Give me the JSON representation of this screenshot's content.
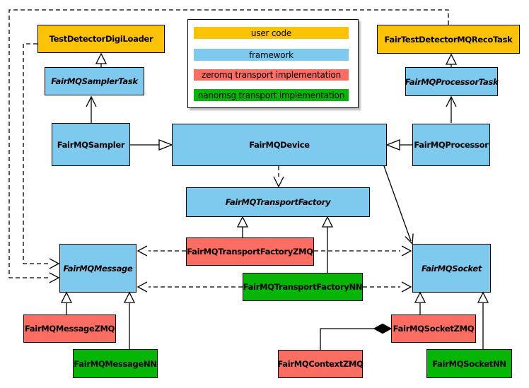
{
  "legend": {
    "items": [
      {
        "label": "user code",
        "color": "#FCC306",
        "category": "user"
      },
      {
        "label": "framework",
        "color": "#7EC9EE",
        "category": "framework"
      },
      {
        "label": "zeromq transport implementation",
        "color": "#F96D62",
        "category": "zeromq"
      },
      {
        "label": "nanomsg transport implementation",
        "color": "#07B507",
        "category": "nanomsg"
      }
    ]
  },
  "nodes": {
    "digiLoader": {
      "label": "TestDetectorDigiLoader",
      "category": "user",
      "abstract": false
    },
    "recoTask": {
      "label": "FairTestDetectorMQRecoTask",
      "category": "user",
      "abstract": false
    },
    "samplerTask": {
      "label": "FairMQSamplerTask",
      "category": "framework",
      "abstract": true
    },
    "processorTask": {
      "label": "FairMQProcessorTask",
      "category": "framework",
      "abstract": true
    },
    "sampler": {
      "label": "FairMQSampler",
      "category": "framework",
      "abstract": false
    },
    "device": {
      "label": "FairMQDevice",
      "category": "framework",
      "abstract": false
    },
    "processor": {
      "label": "FairMQProcessor",
      "category": "framework",
      "abstract": false
    },
    "transportFactory": {
      "label": "FairMQTransportFactory",
      "category": "framework",
      "abstract": true
    },
    "tfZMQ": {
      "label": "FairMQTransportFactoryZMQ",
      "category": "zeromq",
      "abstract": false
    },
    "tfNN": {
      "label": "FairMQTransportFactoryNN",
      "category": "nanomsg",
      "abstract": false
    },
    "message": {
      "label": "FairMQMessage",
      "category": "framework",
      "abstract": true
    },
    "socket": {
      "label": "FairMQSocket",
      "category": "framework",
      "abstract": true
    },
    "messageZMQ": {
      "label": "FairMQMessageZMQ",
      "category": "zeromq",
      "abstract": false
    },
    "messageNN": {
      "label": "FairMQMessageNN",
      "category": "nanomsg",
      "abstract": false
    },
    "contextZMQ": {
      "label": "FairMQContextZMQ",
      "category": "zeromq",
      "abstract": false
    },
    "socketZMQ": {
      "label": "FairMQSocketZMQ",
      "category": "zeromq",
      "abstract": false
    },
    "socketNN": {
      "label": "FairMQSocketNN",
      "category": "nanomsg",
      "abstract": false
    }
  },
  "edges": [
    {
      "a": "TestDetectorDigiLoader",
      "b": "FairMQSamplerTask",
      "style": "solid",
      "head": "hollow-triangle",
      "head_at": "a"
    },
    {
      "a": "FairTestDetectorMQRecoTask",
      "b": "FairMQProcessorTask",
      "style": "solid",
      "head": "hollow-triangle",
      "head_at": "a"
    },
    {
      "a": "FairMQSamplerTask",
      "b": "FairMQSampler",
      "style": "solid",
      "head": "open-vee",
      "head_at": "a"
    },
    {
      "a": "FairMQProcessorTask",
      "b": "FairMQProcessor",
      "style": "solid",
      "head": "open-vee",
      "head_at": "a"
    },
    {
      "a": "FairMQDevice",
      "b": "FairMQSampler",
      "style": "solid",
      "head": "hollow-triangle",
      "head_at": "a"
    },
    {
      "a": "FairMQDevice",
      "b": "FairMQProcessor",
      "style": "solid",
      "head": "hollow-triangle",
      "head_at": "a"
    },
    {
      "a": "FairMQSocket",
      "b": "FairMQDevice",
      "style": "solid",
      "head": "open-vee",
      "head_at": "a"
    },
    {
      "a": "FairMQTransportFactory",
      "b": "FairMQDevice",
      "style": "dashed",
      "head": "open-vee",
      "head_at": "a"
    },
    {
      "a": "FairMQTransportFactory",
      "b": "FairMQTransportFactoryZMQ",
      "style": "solid",
      "head": "hollow-triangle",
      "head_at": "a"
    },
    {
      "a": "FairMQTransportFactory",
      "b": "FairMQTransportFactoryNN",
      "style": "solid",
      "head": "hollow-triangle",
      "head_at": "a"
    },
    {
      "a": "FairMQMessage",
      "b": "FairMQTransportFactoryZMQ",
      "style": "dashed",
      "head": "open-vee",
      "head_at": "a"
    },
    {
      "a": "FairMQSocket",
      "b": "FairMQTransportFactoryZMQ",
      "style": "dashed",
      "head": "open-vee",
      "head_at": "a"
    },
    {
      "a": "FairMQMessage",
      "b": "FairMQTransportFactoryNN",
      "style": "dashed",
      "head": "open-vee",
      "head_at": "a"
    },
    {
      "a": "FairMQSocket",
      "b": "FairMQTransportFactoryNN",
      "style": "dashed",
      "head": "open-vee",
      "head_at": "a"
    },
    {
      "a": "FairMQMessage",
      "b": "FairMQMessageZMQ",
      "style": "solid",
      "head": "hollow-triangle",
      "head_at": "a"
    },
    {
      "a": "FairMQMessage",
      "b": "FairMQMessageNN",
      "style": "solid",
      "head": "hollow-triangle",
      "head_at": "a"
    },
    {
      "a": "FairMQSocket",
      "b": "FairMQSocketZMQ",
      "style": "solid",
      "head": "hollow-triangle",
      "head_at": "a"
    },
    {
      "a": "FairMQSocket",
      "b": "FairMQSocketNN",
      "style": "solid",
      "head": "hollow-triangle",
      "head_at": "a"
    },
    {
      "a": "FairMQSocketZMQ",
      "b": "FairMQContextZMQ",
      "style": "solid",
      "head": "filled-diamond",
      "head_at": "a"
    },
    {
      "a": "FairMQMessage",
      "b": "TestDetectorDigiLoader",
      "style": "dashed",
      "head": "open-vee",
      "head_at": "a",
      "route": "around-left"
    },
    {
      "a": "FairMQMessage",
      "b": "FairTestDetectorMQRecoTask",
      "style": "dashed",
      "head": "open-vee",
      "head_at": "a",
      "route": "around-top-left"
    }
  ]
}
